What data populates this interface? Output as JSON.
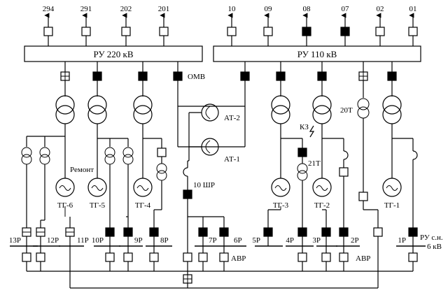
{
  "ru220": {
    "label": "РУ 220 кВ",
    "lines": [
      "294",
      "291",
      "202",
      "201"
    ],
    "line_breakers": [
      "open",
      "open",
      "open",
      "open"
    ]
  },
  "ru110": {
    "label": "РУ 110 кВ",
    "lines": [
      "10",
      "09",
      "08",
      "07",
      "02",
      "01"
    ],
    "line_breakers": [
      "open",
      "open",
      "closed",
      "closed",
      "open",
      "open"
    ]
  },
  "labels": {
    "omv": "ОМВ",
    "at2": "АТ-2",
    "at1": "АТ-1",
    "kz": "КЗ",
    "t21": "21Т",
    "t20": "20Т",
    "remont": "Ремонт",
    "shr10": "10 ШР",
    "avr_left": "АВР",
    "avr_right": "АВР",
    "ru_sn_line1": "РУ с.н.",
    "ru_sn_line2": "6 кВ"
  },
  "generators": [
    {
      "label": "ТГ-6"
    },
    {
      "label": "ТГ-5"
    },
    {
      "label": "ТГ-4"
    },
    {
      "label": "ТГ-3"
    },
    {
      "label": "ТГ-2"
    },
    {
      "label": "ТГ-1"
    }
  ],
  "aux_sections": [
    {
      "label": "13Р",
      "state": "open"
    },
    {
      "label": "12Р",
      "state": "open"
    },
    {
      "label": "11Р",
      "state": "open"
    },
    {
      "label": "10Р",
      "state": "closed"
    },
    {
      "label": "9Р",
      "state": "closed"
    },
    {
      "label": "8Р",
      "state": "closed"
    },
    {
      "label": "7Р",
      "state": "closed"
    },
    {
      "label": "6Р",
      "state": "closed"
    },
    {
      "label": "5Р",
      "state": "closed"
    },
    {
      "label": "4Р",
      "state": "closed"
    },
    {
      "label": "3Р",
      "state": "closed"
    },
    {
      "label": "2Р",
      "state": "closed"
    },
    {
      "label": "1Р",
      "state": "closed"
    }
  ]
}
